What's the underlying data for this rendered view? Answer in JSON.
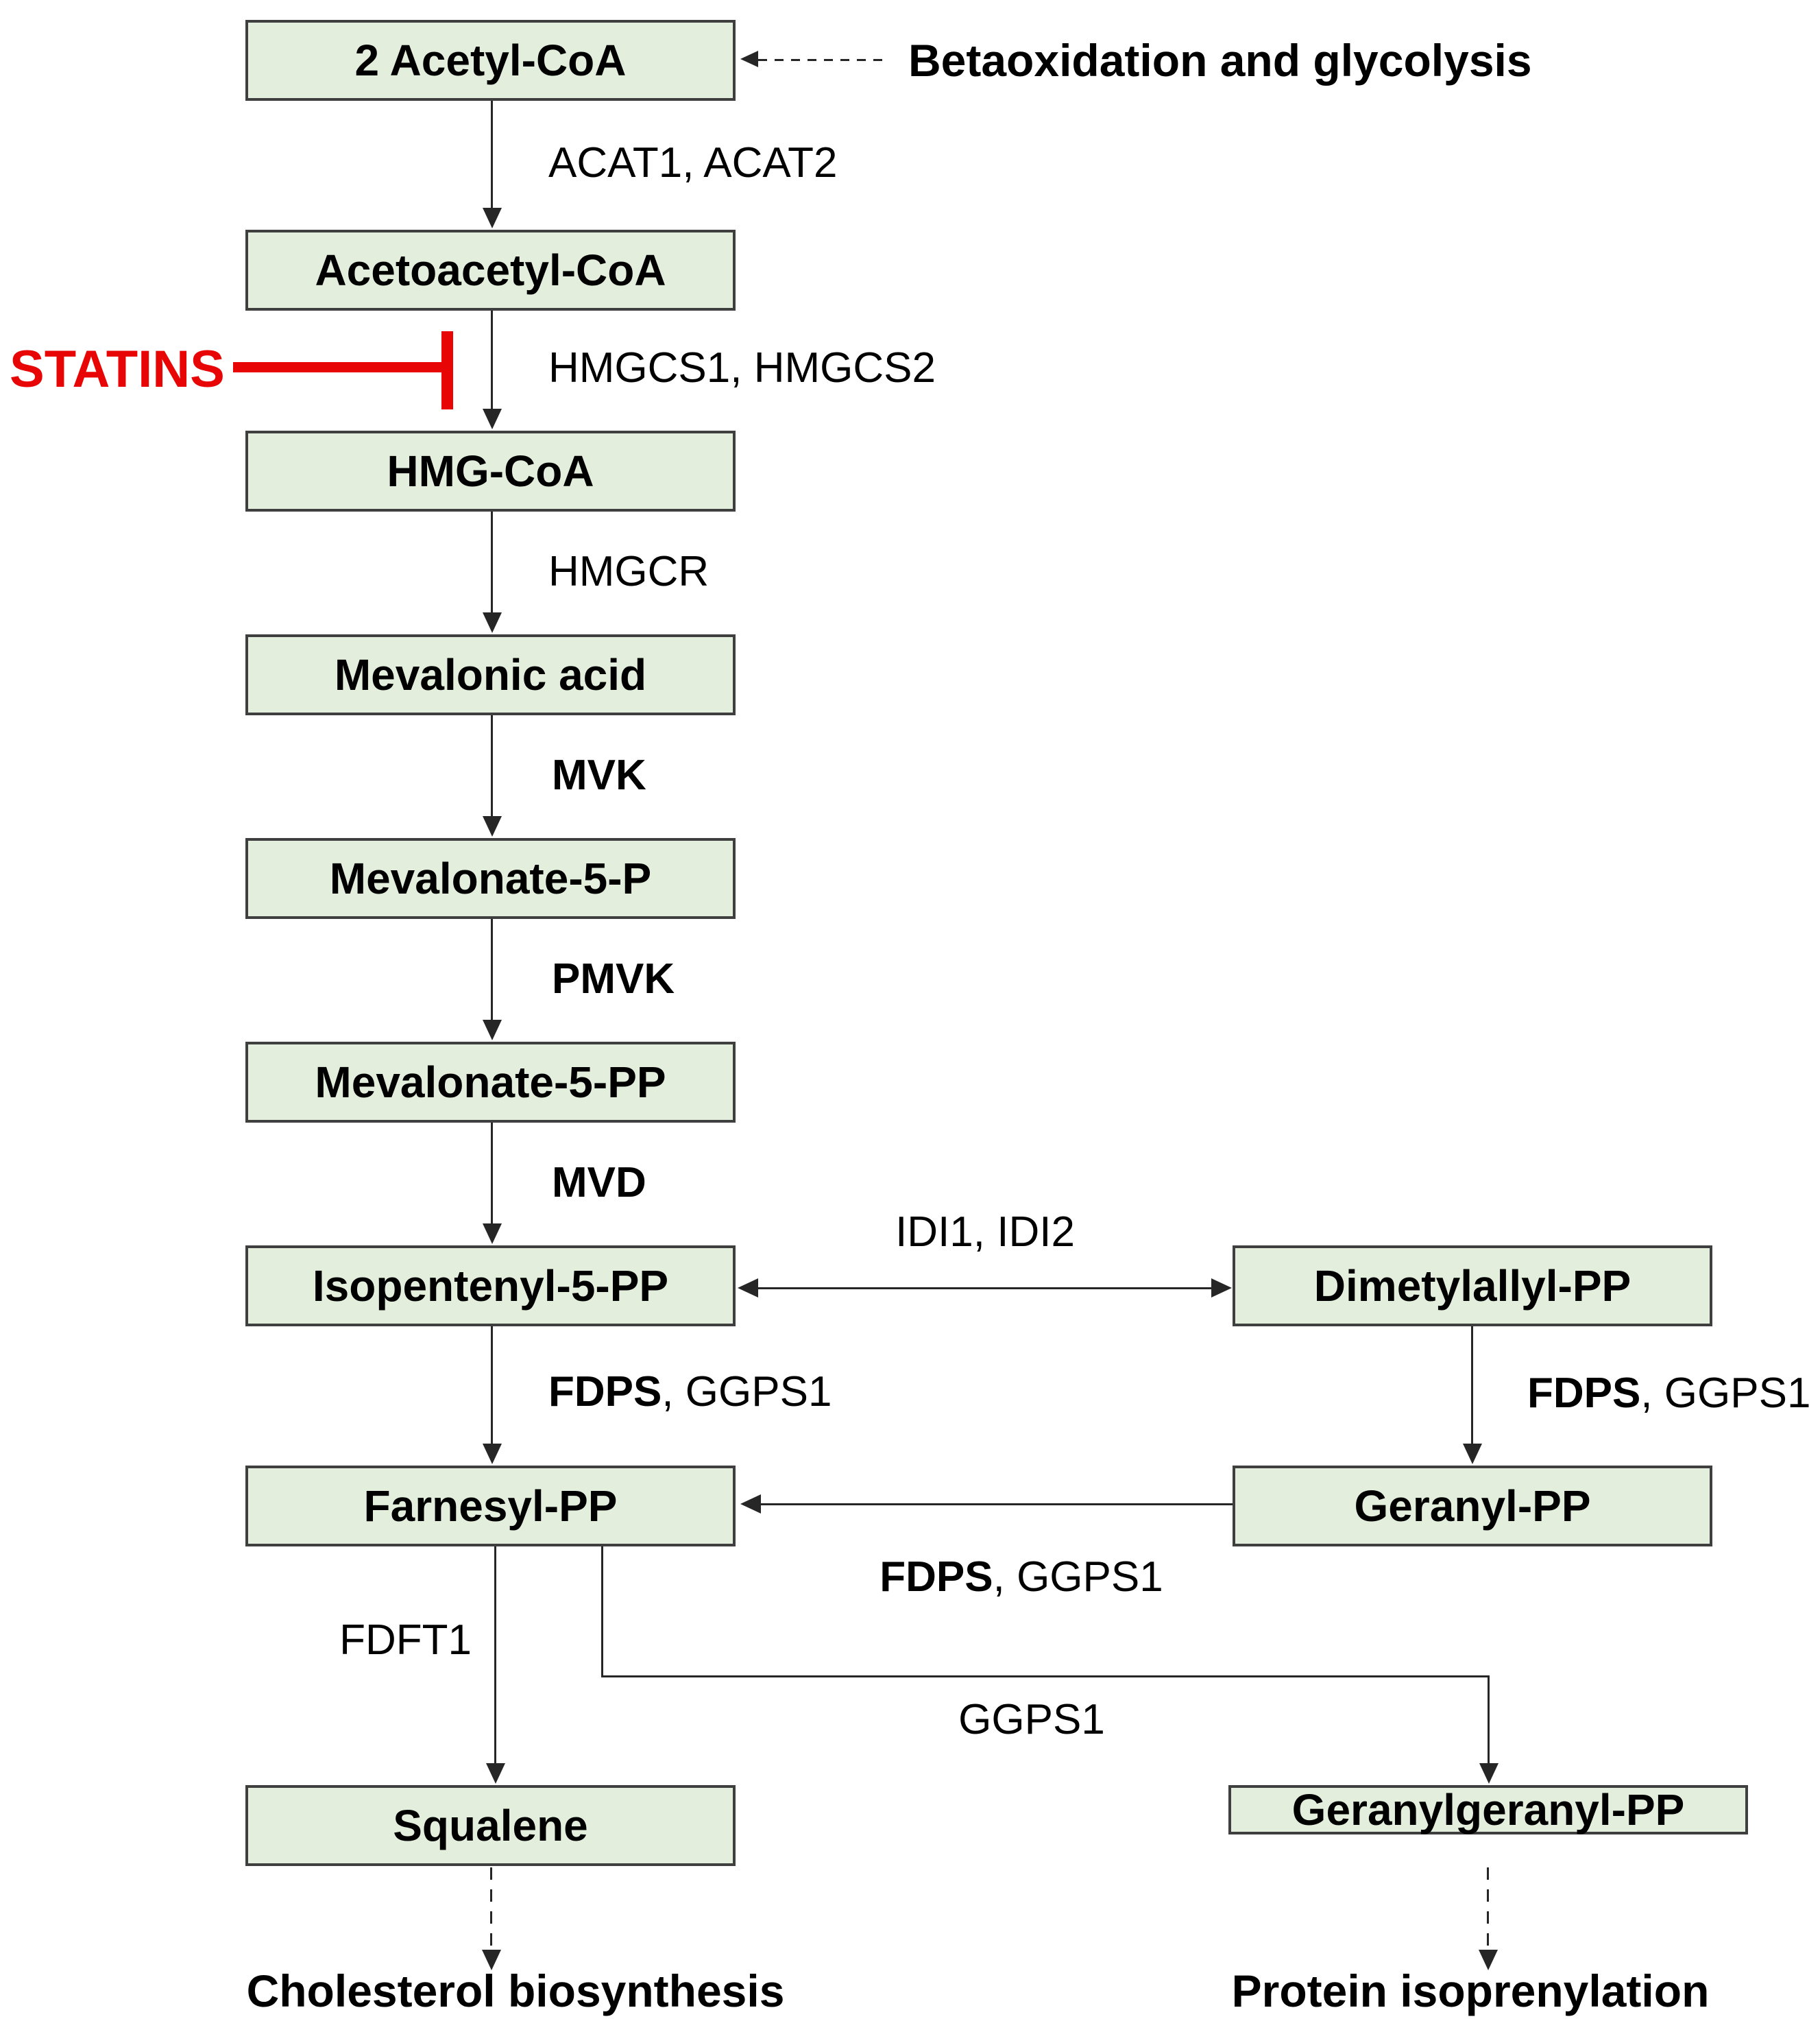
{
  "nodes": {
    "acetyl_coa": "2 Acetyl-CoA",
    "acetoacetyl_coa": "Acetoacetyl-CoA",
    "hmg_coa": "HMG-CoA",
    "mevalonic_acid": "Mevalonic acid",
    "mevalonate_5_p": "Mevalonate-5-P",
    "mevalonate_5_pp": "Mevalonate-5-PP",
    "isopentenyl_5_pp": "Isopentenyl-5-PP",
    "farnesyl_pp": "Farnesyl-PP",
    "squalene": "Squalene",
    "dimetylallyl_pp": "Dimetylallyl-PP",
    "geranyl_pp": "Geranyl-PP",
    "geranylgeranyl_pp": "Geranylgeranyl-PP"
  },
  "enzymes": {
    "acat": "ACAT1, ACAT2",
    "hmgcs": "HMGCS1, HMGCS2",
    "hmgcr": "HMGCR",
    "mvk": "MVK",
    "pmvk": "PMVK",
    "mvd": "MVD",
    "idi": "IDI1, IDI2",
    "fdps": "FDPS",
    "fdps_suffix": ", GGPS1",
    "fdft1": "FDFT1",
    "ggps1": "GGPS1"
  },
  "annotations": {
    "inhibitor": "STATINS",
    "input_source": "Betaoxidation and glycolysis",
    "output_left": "Cholesterol biosynthesis",
    "output_right": "Protein isoprenylation"
  },
  "colors": {
    "node_fill": "#e3efdc",
    "node_border": "#3f3f3f",
    "arrow": "#262626",
    "inhibitor_red": "#e80505",
    "text": "#000000"
  }
}
